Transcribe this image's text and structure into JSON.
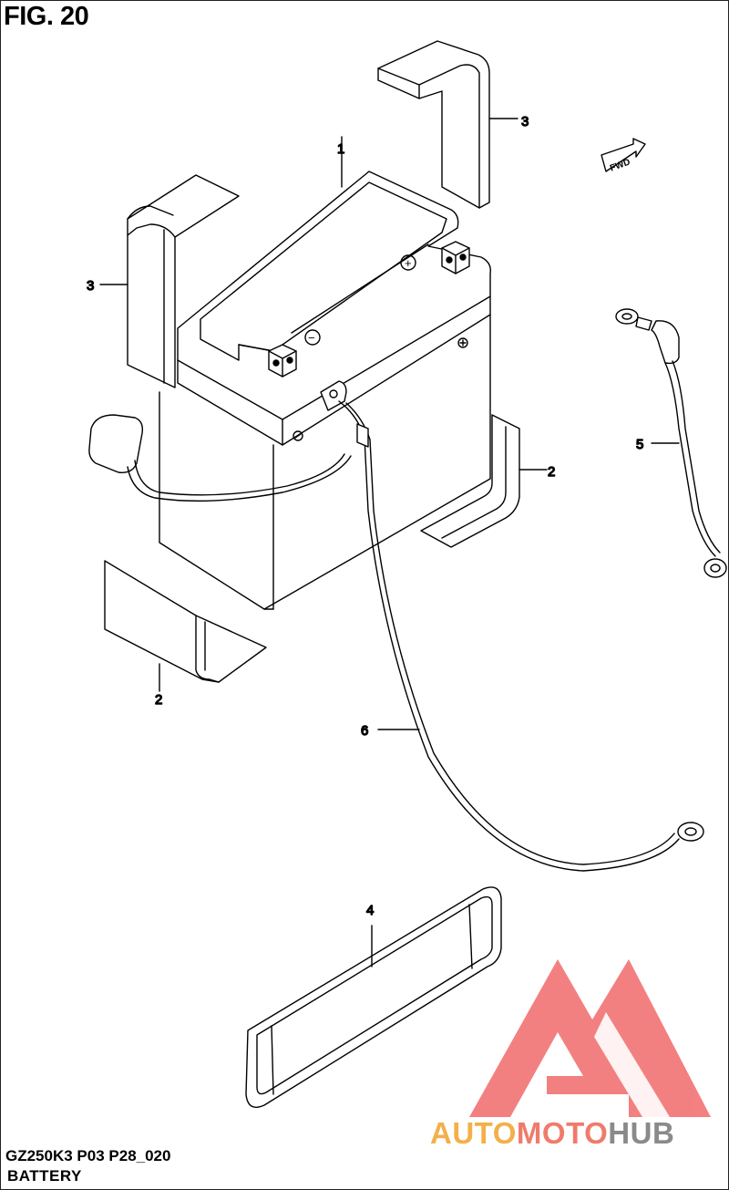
{
  "figure": {
    "title": "FIG. 20",
    "model_code": "GZ250K3 P03 P28_020",
    "section_name": "BATTERY"
  },
  "callouts": {
    "c1": "1",
    "c2a": "2",
    "c2b": "2",
    "c3a": "3",
    "c3b": "3",
    "c4": "4",
    "c5": "5",
    "c6": "6"
  },
  "fwd_label": "FWD",
  "terminal_symbols": {
    "positive": "+",
    "negative": "−"
  },
  "watermark": {
    "part1": "AUTO",
    "part2": "MOTO",
    "part3": "HUB",
    "colors": {
      "auto": "#f3b04a",
      "moto": "#f07b6b",
      "hub": "#8a8a8a",
      "logo": "#f26a6a"
    }
  }
}
